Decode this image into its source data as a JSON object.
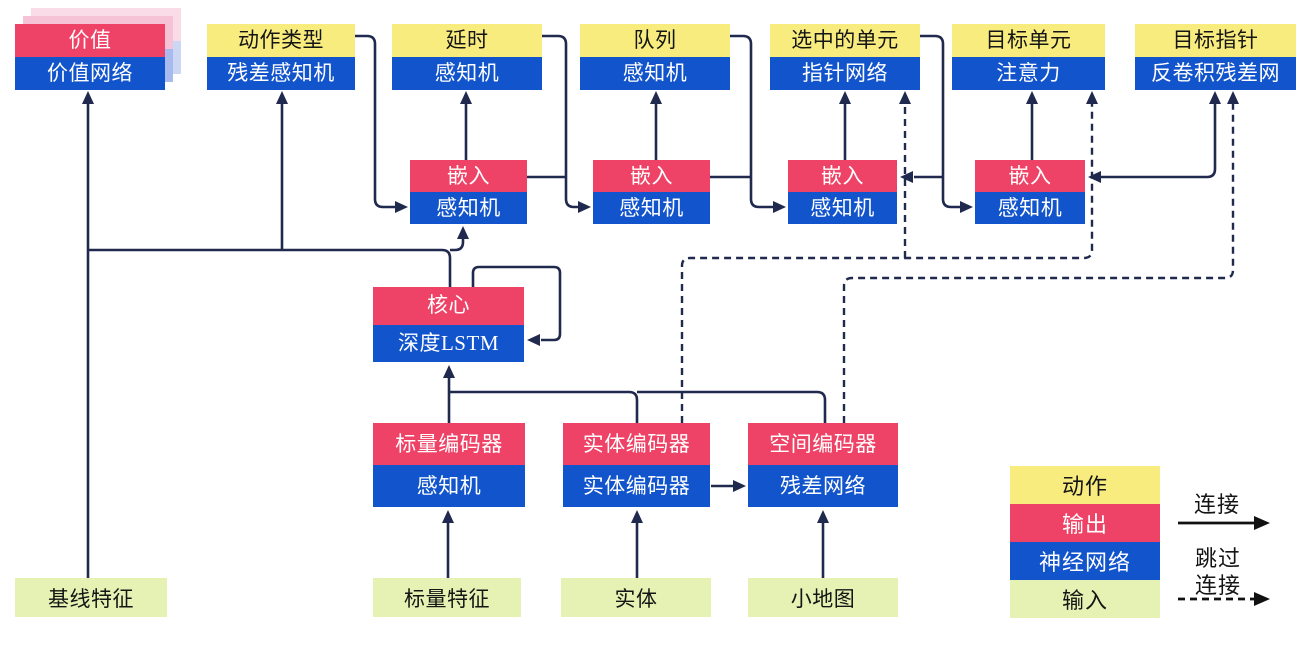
{
  "diagram": {
    "nodes": [
      {
        "id": "value",
        "top": "价值",
        "bottom": "价值网络",
        "top_kind": "output",
        "stacked": true
      },
      {
        "id": "action-type",
        "top": "动作类型",
        "bottom": "残差感知机",
        "top_kind": "action"
      },
      {
        "id": "delay",
        "top": "延时",
        "bottom": "感知机",
        "top_kind": "action"
      },
      {
        "id": "queue",
        "top": "队列",
        "bottom": "感知机",
        "top_kind": "action"
      },
      {
        "id": "selected-units",
        "top": "选中的单元",
        "bottom": "指针网络",
        "top_kind": "action"
      },
      {
        "id": "target-unit",
        "top": "目标单元",
        "bottom": "注意力",
        "top_kind": "action"
      },
      {
        "id": "target-pointer",
        "top": "目标指针",
        "bottom": "反卷积残差网",
        "top_kind": "action"
      },
      {
        "id": "embedding-1",
        "top": "嵌入",
        "bottom": "感知机",
        "top_kind": "output"
      },
      {
        "id": "embedding-2",
        "top": "嵌入",
        "bottom": "感知机",
        "top_kind": "output"
      },
      {
        "id": "embedding-3",
        "top": "嵌入",
        "bottom": "感知机",
        "top_kind": "output"
      },
      {
        "id": "embedding-4",
        "top": "嵌入",
        "bottom": "感知机",
        "top_kind": "output"
      },
      {
        "id": "core",
        "top": "核心",
        "bottom": "深度LSTM",
        "top_kind": "output"
      },
      {
        "id": "scalar-encoder",
        "top": "标量编码器",
        "bottom": "感知机",
        "top_kind": "output"
      },
      {
        "id": "entity-encoder",
        "top": "实体编码器",
        "bottom": "实体编码器",
        "top_kind": "output"
      },
      {
        "id": "spatial-encoder",
        "top": "空间编码器",
        "bottom": "残差网络",
        "top_kind": "output"
      }
    ],
    "inputs": [
      {
        "id": "baseline-features",
        "label": "基线特征"
      },
      {
        "id": "scalar-features",
        "label": "标量特征"
      },
      {
        "id": "entities",
        "label": "实体"
      },
      {
        "id": "minimap",
        "label": "小地图"
      }
    ]
  },
  "legend": {
    "items": [
      {
        "label": "动作",
        "kind": "action"
      },
      {
        "label": "输出",
        "kind": "output"
      },
      {
        "label": "神经网络",
        "kind": "network"
      },
      {
        "label": "输入",
        "kind": "input"
      }
    ],
    "connection_label": "连接",
    "skip_connection_label_line1": "跳过",
    "skip_connection_label_line2": "连接"
  },
  "colors": {
    "action_yellow": "#f8ec7f",
    "output_red": "#ee4266",
    "network_blue": "#1254cb",
    "input_green": "#e5f2b3",
    "line_navy": "#20294e",
    "legend_arrow_black": "#111111",
    "shadow_pink": "#f6c2d5",
    "shadow_pink_light": "#fadbe8",
    "shadow_blue": "#a9baef",
    "shadow_blue_light": "#ccd7f6"
  }
}
